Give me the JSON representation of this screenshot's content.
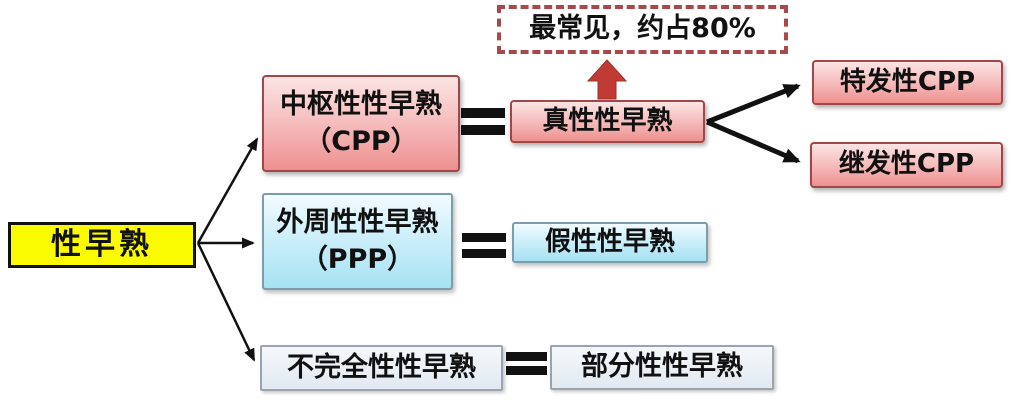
{
  "diagram": {
    "nodes": {
      "root": {
        "label": "性早熟"
      },
      "cpp": {
        "line1": "中枢性性早熟",
        "line2": "（CPP）"
      },
      "true_pp": {
        "label": "真性性早熟"
      },
      "note": {
        "label": "最常见，约占80%"
      },
      "idiopathic_cpp": {
        "label": "特发性CPP"
      },
      "secondary_cpp": {
        "label": "继发性CPP"
      },
      "ppp": {
        "line1": "外周性性早熟",
        "line2": "（PPP）"
      },
      "pseudo_pp": {
        "label": "假性性早熟"
      },
      "incomplete_pp": {
        "label": "不完全性性早熟"
      },
      "partial_pp": {
        "label": "部分性性早熟"
      }
    },
    "connections": [
      {
        "from": "root",
        "to": "cpp",
        "type": "arrow"
      },
      {
        "from": "root",
        "to": "ppp",
        "type": "arrow"
      },
      {
        "from": "root",
        "to": "incomplete_pp",
        "type": "arrow"
      },
      {
        "from": "cpp",
        "to": "true_pp",
        "type": "equals"
      },
      {
        "from": "ppp",
        "to": "pseudo_pp",
        "type": "equals"
      },
      {
        "from": "incomplete_pp",
        "to": "partial_pp",
        "type": "equals"
      },
      {
        "from": "true_pp",
        "to": "note",
        "type": "block-arrow-up"
      },
      {
        "from": "true_pp",
        "to": "idiopathic_cpp",
        "type": "bold-arrow"
      },
      {
        "from": "true_pp",
        "to": "secondary_cpp",
        "type": "bold-arrow"
      }
    ],
    "colors": {
      "root_fill": "#fafa00",
      "root_border": "#111111",
      "pink_top": "#fce4e4",
      "pink_bottom": "#ee9090",
      "pink_border": "#a04848",
      "blue_top": "#f2fcfe",
      "blue_bottom": "#a6e2f3",
      "blue_border": "#7d9dab",
      "gray_top": "#f5f8fb",
      "gray_bottom": "#e2e9f1",
      "gray_border": "#9aa4b0",
      "note_border": "#a8474c",
      "block_arrow_red": "#bf3b33",
      "connector_black": "#111111",
      "background": "#ffffff"
    }
  }
}
